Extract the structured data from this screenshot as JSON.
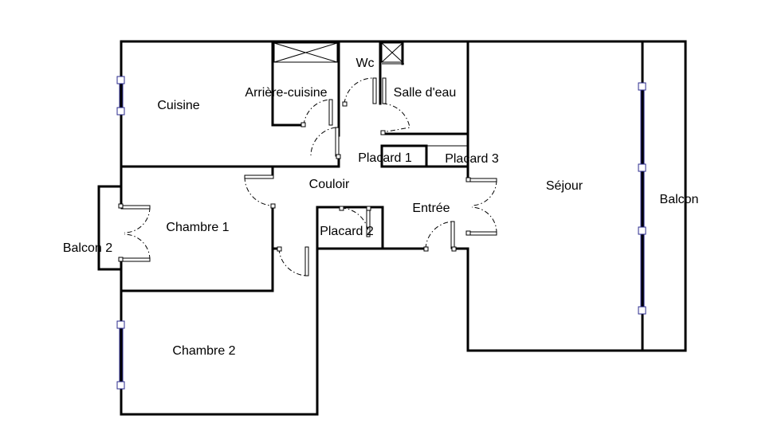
{
  "rooms": {
    "cuisine": "Cuisine",
    "arriere_cuisine": "Arrière-cuisine",
    "wc": "Wc",
    "salle_deau": "Salle d'eau",
    "placard_1": "Placard 1",
    "placard_3": "Placard 3",
    "couloir": "Couloir",
    "sejour": "Séjour",
    "balcon": "Balcon",
    "entree": "Entrée",
    "chambre_1": "Chambre 1",
    "placard_2": "Placard 2",
    "balcon_2": "Balcon 2",
    "chambre_2": "Chambre 2"
  }
}
